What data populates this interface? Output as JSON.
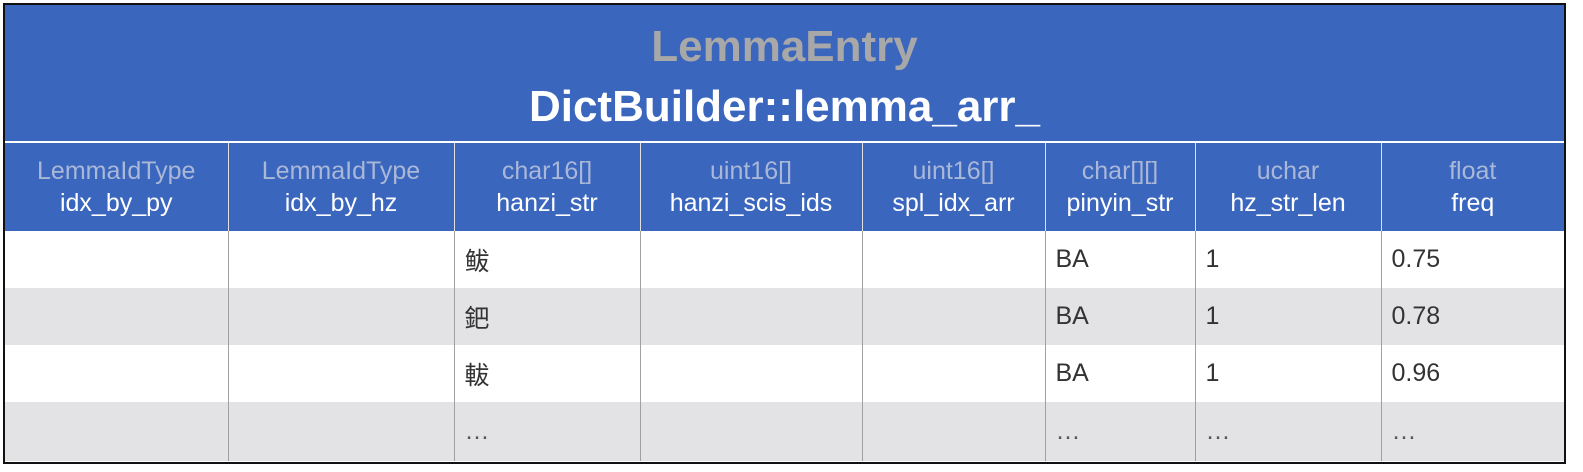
{
  "title": {
    "type_name": "LemmaEntry",
    "var_name": "DictBuilder::lemma_arr_"
  },
  "columns": [
    {
      "type": "LemmaIdType",
      "name": "idx_by_py"
    },
    {
      "type": "LemmaIdType",
      "name": "idx_by_hz"
    },
    {
      "type": "char16[]",
      "name": "hanzi_str"
    },
    {
      "type": "uint16[]",
      "name": "hanzi_scis_ids"
    },
    {
      "type": "uint16[]",
      "name": "spl_idx_arr"
    },
    {
      "type": "char[][]",
      "name": "pinyin_str"
    },
    {
      "type": "uchar",
      "name": "hz_str_len"
    },
    {
      "type": "float",
      "name": "freq"
    }
  ],
  "rows": [
    [
      "",
      "",
      "鲅",
      "",
      "",
      "BA",
      "1",
      "0.75"
    ],
    [
      "",
      "",
      "鈀",
      "",
      "",
      "BA",
      "1",
      "0.78"
    ],
    [
      "",
      "",
      "軷",
      "",
      "",
      "BA",
      "1",
      "0.96"
    ],
    [
      "",
      "",
      "…",
      "",
      "",
      "…",
      "…",
      "…"
    ]
  ]
}
